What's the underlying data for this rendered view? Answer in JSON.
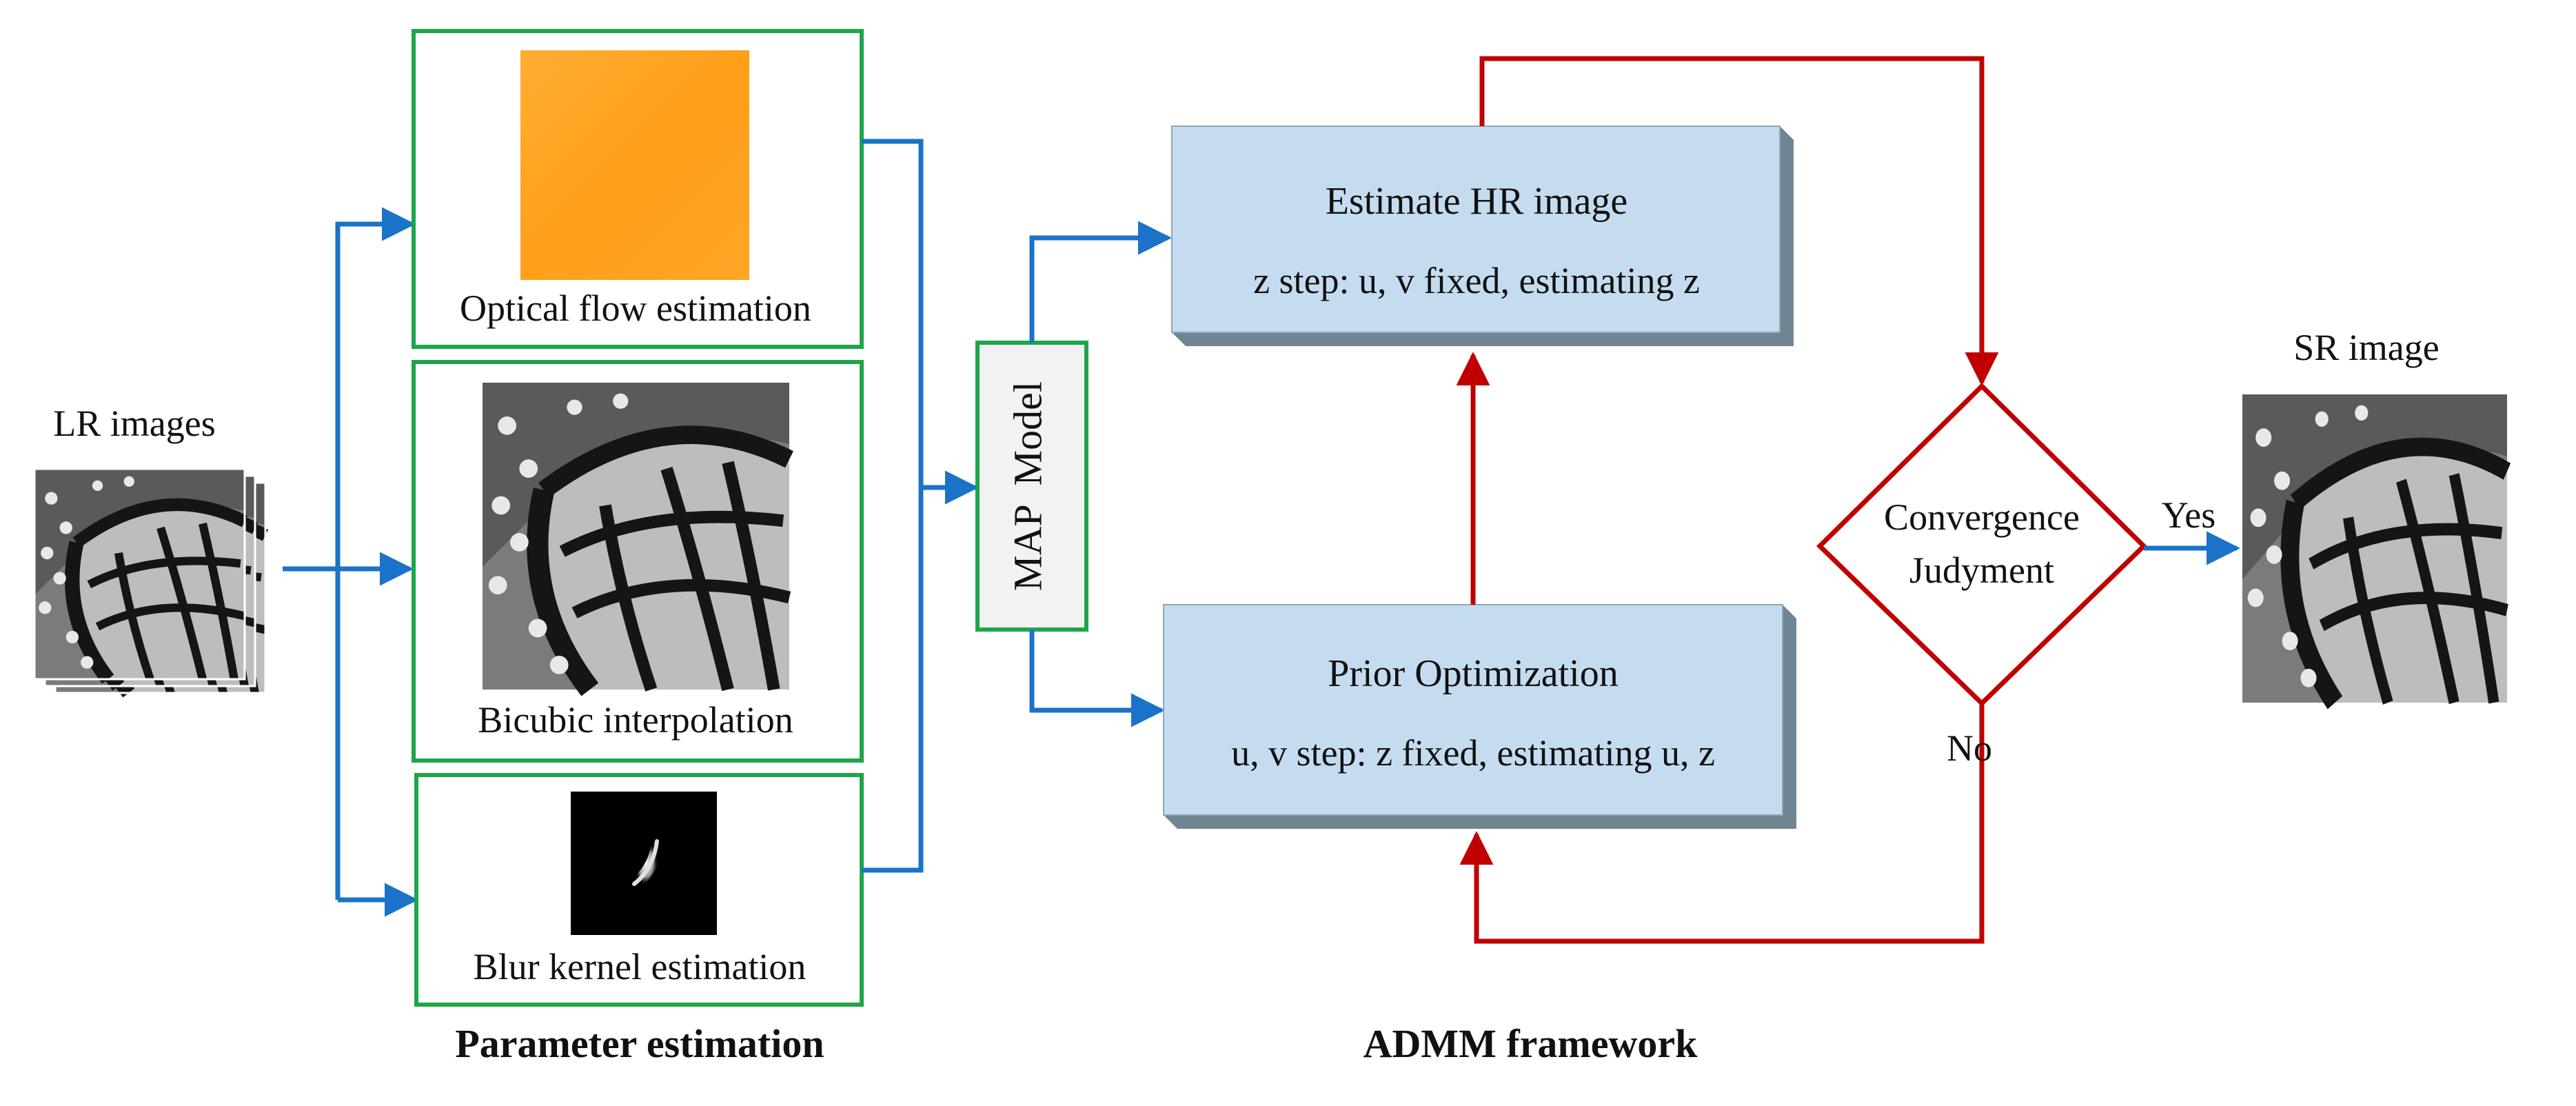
{
  "colors": {
    "blue_arrow": "#1a73c8",
    "red_arrow": "#c00000",
    "green_border": "#1ea54a",
    "box_fill": "#c5dcf0",
    "box_side": "#6f8592",
    "optical_flow_fill": "#ffa31e",
    "map_fill": "#f2f2f2"
  },
  "labels": {
    "lr_images": "LR images",
    "sr_image": "SR image",
    "optical_flow": "Optical flow estimation",
    "bicubic": "Bicubic interpolation",
    "blur_kernel": "Blur kernel estimation",
    "parameter_estimation": "Parameter estimation",
    "map_model": "MAP  Model",
    "estimate_hr_title": "Estimate HR image",
    "estimate_hr_step": "z step: u, v fixed, estimating z",
    "prior_title": "Prior Optimization",
    "prior_step": "u, v step: z fixed, estimating u, z",
    "convergence_line1": "Convergence",
    "convergence_line2": "Judyment",
    "yes": "Yes",
    "no": "No",
    "admm_framework": "ADMM framework"
  },
  "icons": {
    "lr_stack": "butterfly-image-stack-icon",
    "optical_flow": "optical-flow-map-icon",
    "bicubic": "butterfly-image-icon",
    "blur_kernel": "blur-kernel-icon",
    "sr": "butterfly-image-icon"
  }
}
